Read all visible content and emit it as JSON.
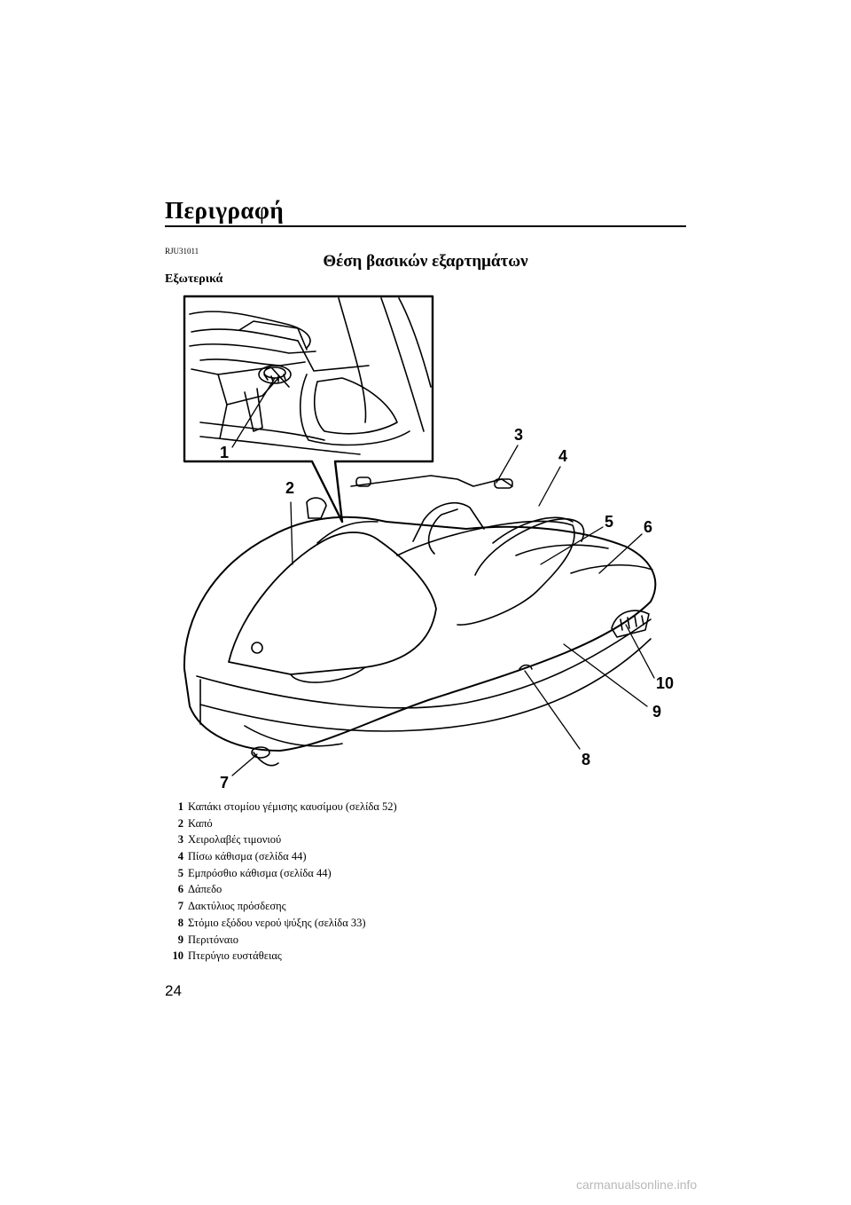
{
  "header": {
    "section_title": "Περιγραφή",
    "ref_code": "RJU31011",
    "heading": "Θέση βασικών εξαρτημάτων",
    "subheading": "Εξωτερικά"
  },
  "diagram": {
    "callouts": [
      "1",
      "2",
      "3",
      "4",
      "5",
      "6",
      "7",
      "8",
      "9",
      "10"
    ]
  },
  "legend": [
    {
      "num": "1",
      "text": "Καπάκι στομίου γέμισης καυσίμου (σελίδα 52)"
    },
    {
      "num": "2",
      "text": "Καπό"
    },
    {
      "num": "3",
      "text": "Χειρολαβές τιμονιού"
    },
    {
      "num": "4",
      "text": "Πίσω κάθισμα (σελίδα 44)"
    },
    {
      "num": "5",
      "text": "Εμπρόσθιο κάθισμα (σελίδα 44)"
    },
    {
      "num": "6",
      "text": "Δάπεδο"
    },
    {
      "num": "7",
      "text": "Δακτύλιος πρόσδεσης"
    },
    {
      "num": "8",
      "text": "Στόμιο εξόδου νερού ψύξης (σελίδα 33)"
    },
    {
      "num": "9",
      "text": "Περιτόναιο"
    },
    {
      "num": "10",
      "text": "Πτερύγιο ευστάθειας"
    }
  ],
  "footer": {
    "page_number": "24",
    "watermark": "carmanualsonline.info"
  }
}
